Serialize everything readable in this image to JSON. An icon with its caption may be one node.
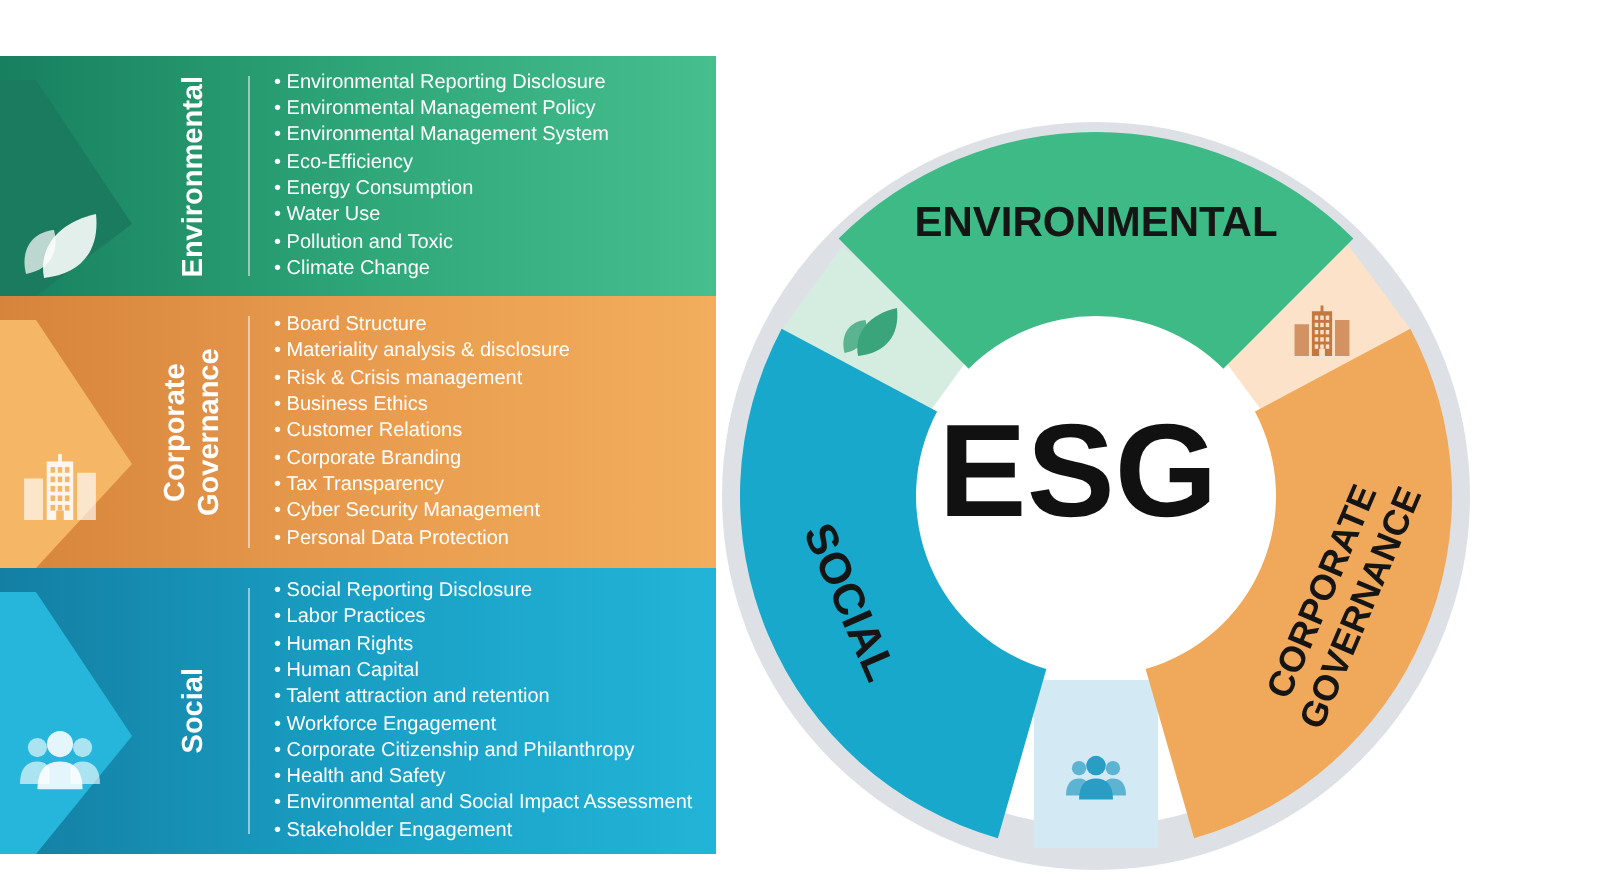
{
  "diagram": {
    "nodes": [
      {
        "text": [
          "Environmental",
          "• Environmental Reporting Disclosure",
          "• Environmental Management Policy",
          "• Environmental Management System",
          "• Eco-Efficiency",
          "• Energy Consumption",
          "• Water Use",
          "• Pollution and Toxic",
          "• Climate Change"
        ]
      },
      {
        "text": [
          "Corporate Governance",
          "• Board Structure",
          "• Materiality analysis & disclosure",
          "• Risk & Crisis management",
          "• Business Ethics",
          "• Customer Relations",
          "• Corporate Branding",
          "• Tax Transparency",
          "• Cyber Security Management",
          "• Personal Data Protection"
        ]
      },
      {
        "text": [
          "Social",
          "• Social Reporting Disclosure",
          "• Labor Practices",
          "• Human Rights",
          "• Human Capital",
          "• Talent attraction and retention",
          "• Workforce Engagement",
          "• Corporate Citizenship and Philanthropy",
          "• Health and Safety",
          "• Environmental and Social Impact Assessment",
          "• Stakeholder Engagement"
        ]
      },
      {
        "text": [
          "ENVIRONMENTAL"
        ]
      },
      {
        "text": [
          "SOCIAL"
        ]
      },
      {
        "text": [
          "ESG"
        ]
      },
      {
        "text": [
          "CORPORATE GOVERNANCE"
        ]
      }
    ]
  }
}
